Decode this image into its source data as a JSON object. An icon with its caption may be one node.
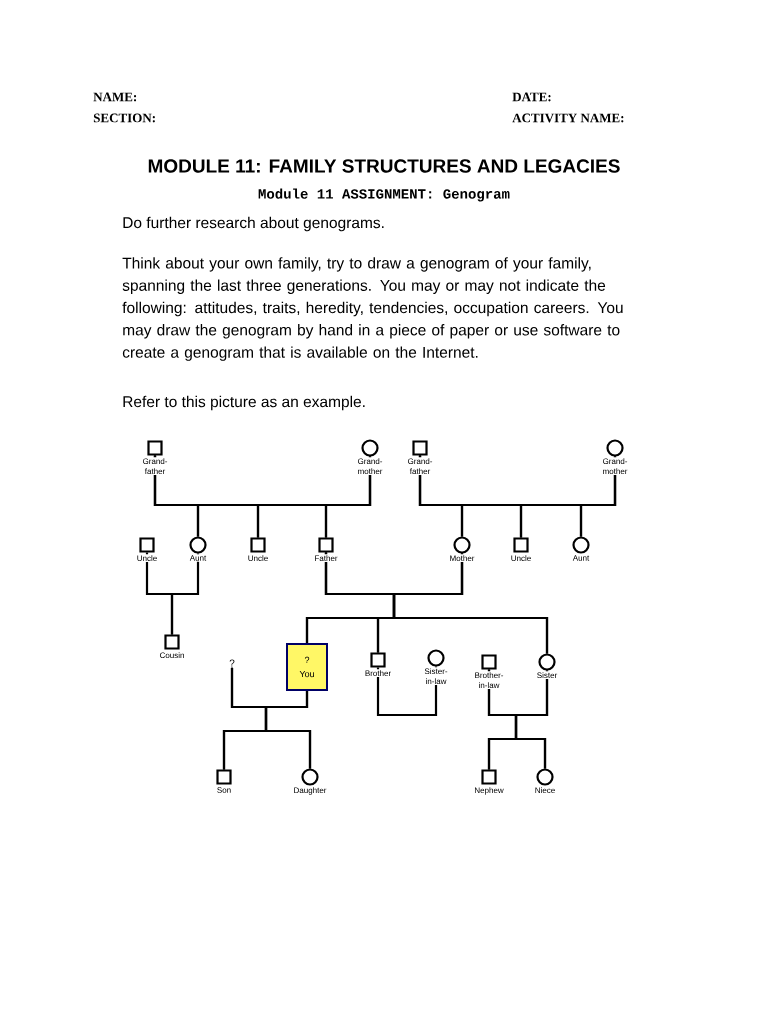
{
  "diagram": {
    "title": "MODULE 11: FAMILY STRUCTURES AND LEGACIES",
    "nodes": [
      {
        "text": [],
        "shape": "box",
        "beside": [
          "Grand- father"
        ]
      },
      {
        "text": [],
        "shape": "circle",
        "beside": [
          "Grand- mother"
        ]
      },
      {
        "text": [],
        "shape": "box",
        "beside": [
          "Grand- father"
        ]
      },
      {
        "text": [],
        "shape": "circle",
        "beside": [
          "Grand- mother"
        ]
      },
      {
        "text": [],
        "shape": "box",
        "beside": [
          "Uncle"
        ]
      },
      {
        "text": [],
        "shape": "circle",
        "beside": [
          "Aunt"
        ]
      },
      {
        "text": [],
        "shape": "box",
        "beside": [
          "Uncle"
        ]
      },
      {
        "text": [],
        "shape": "box",
        "beside": [
          "Father"
        ]
      },
      {
        "text": [],
        "shape": "circle",
        "beside": [
          "Mother"
        ]
      },
      {
        "text": [],
        "shape": "box",
        "beside": [
          "Uncle"
        ]
      },
      {
        "text": [],
        "shape": "circle",
        "beside": [
          "Aunt"
        ]
      },
      {
        "text": [],
        "shape": "box",
        "beside": [
          "Cousin"
        ]
      },
      {
        "text": [
          "?"
        ]
      },
      {
        "text": [
          "?",
          "You"
        ]
      },
      {
        "text": [],
        "shape": "box",
        "beside": [
          "Brother"
        ]
      },
      {
        "text": [],
        "shape": "circle",
        "beside": [
          "Sister- in-law"
        ]
      },
      {
        "text": [],
        "shape": "box",
        "beside": [
          "Brother- in-law"
        ]
      },
      {
        "text": [],
        "shape": "circle",
        "beside": [
          "Sister"
        ]
      },
      {
        "text": [],
        "shape": "box",
        "beside": [
          "Son"
        ]
      },
      {
        "text": [],
        "shape": "circle",
        "beside": [
          "Daughter"
        ]
      },
      {
        "text": [],
        "shape": "box",
        "beside": [
          "Nephew"
        ]
      },
      {
        "text": [],
        "shape": "circle",
        "beside": [
          "Niece"
        ]
      }
    ],
    "edges": [
      {
        "from": 0,
        "to": 5,
        "arrow": "none"
      },
      {
        "from": 0,
        "to": 6,
        "arrow": "none"
      },
      {
        "from": 0,
        "to": 7,
        "arrow": "none"
      },
      {
        "from": 1,
        "to": 5,
        "arrow": "none"
      },
      {
        "from": 1,
        "to": 6,
        "arrow": "none"
      },
      {
        "from": 1,
        "to": 7,
        "arrow": "none"
      },
      {
        "from": 2,
        "to": 8,
        "arrow": "none"
      },
      {
        "from": 2,
        "to": 9,
        "arrow": "none"
      },
      {
        "from": 2,
        "to": 10,
        "arrow": "none"
      },
      {
        "from": 3,
        "to": 8,
        "arrow": "none"
      },
      {
        "from": 3,
        "to": 9,
        "arrow": "none"
      },
      {
        "from": 3,
        "to": 10,
        "arrow": "none"
      },
      {
        "from": 4,
        "to": 11,
        "arrow": "none"
      },
      {
        "from": 5,
        "to": 11,
        "arrow": "none"
      },
      {
        "from": 7,
        "to": 13,
        "arrow": "none"
      },
      {
        "from": 7,
        "to": 14,
        "arrow": "none"
      },
      {
        "from": 7,
        "to": 17,
        "arrow": "none"
      },
      {
        "from": 8,
        "to": 13,
        "arrow": "none"
      },
      {
        "from": 8,
        "to": 14,
        "arrow": "none"
      },
      {
        "from": 8,
        "to": 17,
        "arrow": "none"
      },
      {
        "from": 12,
        "to": 18,
        "arrow": "none"
      },
      {
        "from": 12,
        "to": 19,
        "arrow": "none"
      },
      {
        "from": 13,
        "to": 18,
        "arrow": "none"
      },
      {
        "from": 13,
        "to": 19,
        "arrow": "none"
      },
      {
        "from": 14,
        "to": 15,
        "arrow": "none"
      },
      {
        "from": 16,
        "to": 20,
        "arrow": "none"
      },
      {
        "from": 16,
        "to": 21,
        "arrow": "none"
      },
      {
        "from": 17,
        "to": 20,
        "arrow": "none"
      },
      {
        "from": 17,
        "to": 21,
        "arrow": "none"
      }
    ],
    "labels": [
      "NAME:",
      "DATE:",
      "SECTION:",
      "ACTIVITY NAME:",
      "Module 11 ASSIGNMENT: Genogram",
      "Do further research about genograms.",
      "Think about your own family, try to draw a genogram of your family, spanning the last three generations. You may or may not indicate the following: attitudes, traits, heredity, tendencies, occupation careers. You may draw the genogram by hand in a piece of paper or use software to create a genogram that is available on the Internet.",
      "Refer to this picture as an example."
    ]
  }
}
